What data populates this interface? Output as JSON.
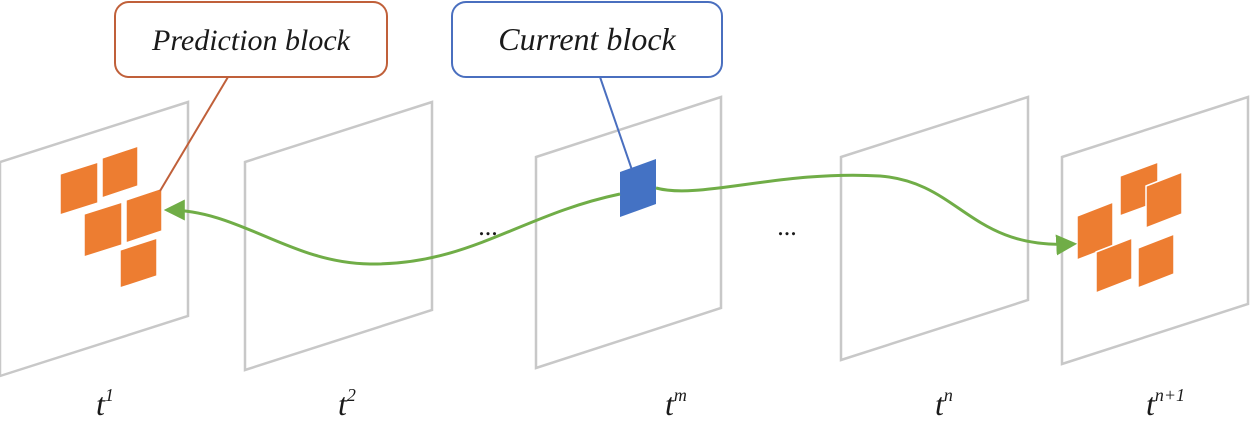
{
  "callouts": {
    "prediction": {
      "text": "Prediction block",
      "border_color": "#c0603a"
    },
    "current": {
      "text": "Current block",
      "border_color": "#4a6fbf"
    }
  },
  "frames": [
    {
      "id": "t1",
      "base": "t",
      "sup": "1"
    },
    {
      "id": "t2",
      "base": "t",
      "sup": "2"
    },
    {
      "id": "tm",
      "base": "t",
      "sup": "m"
    },
    {
      "id": "tn",
      "base": "t",
      "sup": "n"
    },
    {
      "id": "tn1",
      "base": "t",
      "sup": "n+1"
    }
  ],
  "ellipses": [
    "...",
    "..."
  ],
  "colors": {
    "frame": "#c8c8c8",
    "block_orange": "#ed7d31",
    "block_blue": "#4472c4",
    "arrow": "#70ad47"
  }
}
